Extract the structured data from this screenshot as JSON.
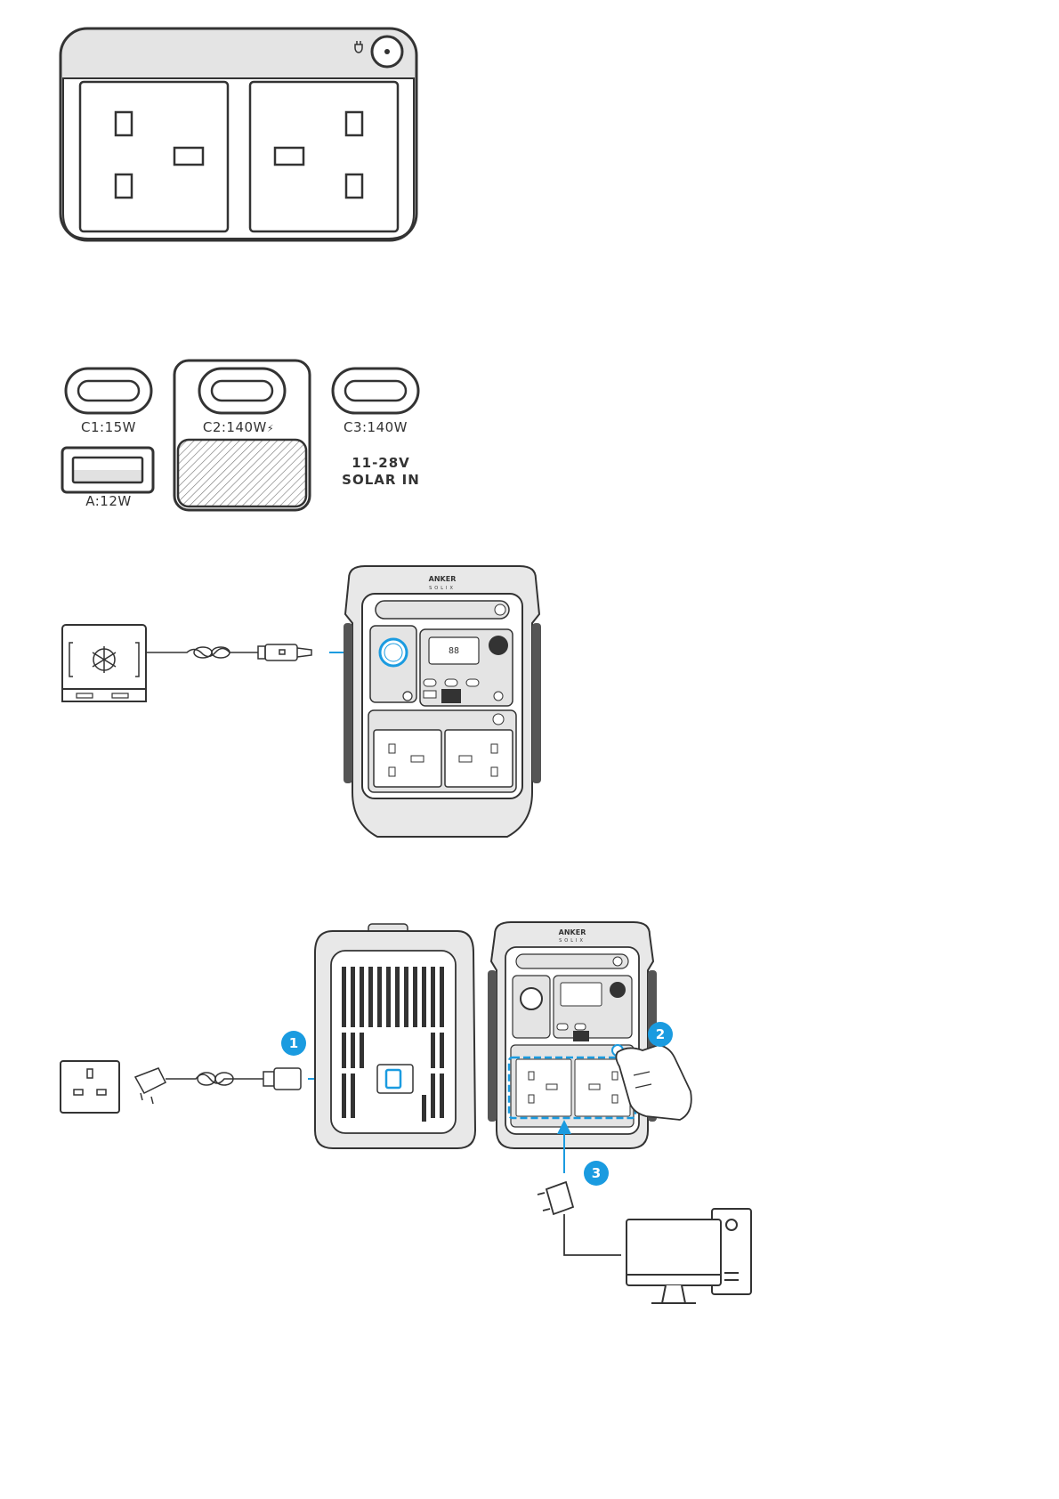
{
  "panels": {
    "ac_outlet_panel": {},
    "usb_ports": {
      "c1_label": "C1:15W",
      "c2_label": "C2:140W",
      "c2_lightning": "⚡",
      "c3_label": "C3:140W",
      "a_label": "A:12W",
      "solar_line1": "11-28V",
      "solar_line2": "SOLAR IN"
    },
    "car_socket_diagram": {
      "brand": "ANKER",
      "sub_brand": "SOLIX"
    },
    "ac_charging_diagram": {
      "brand": "ANKER",
      "sub_brand": "SOLIX",
      "step1": "1",
      "step2": "2",
      "step3": "3"
    }
  },
  "colors": {
    "accent_blue": "#1a9be0",
    "line": "#333333",
    "panel_gray": "#e4e4e4"
  }
}
